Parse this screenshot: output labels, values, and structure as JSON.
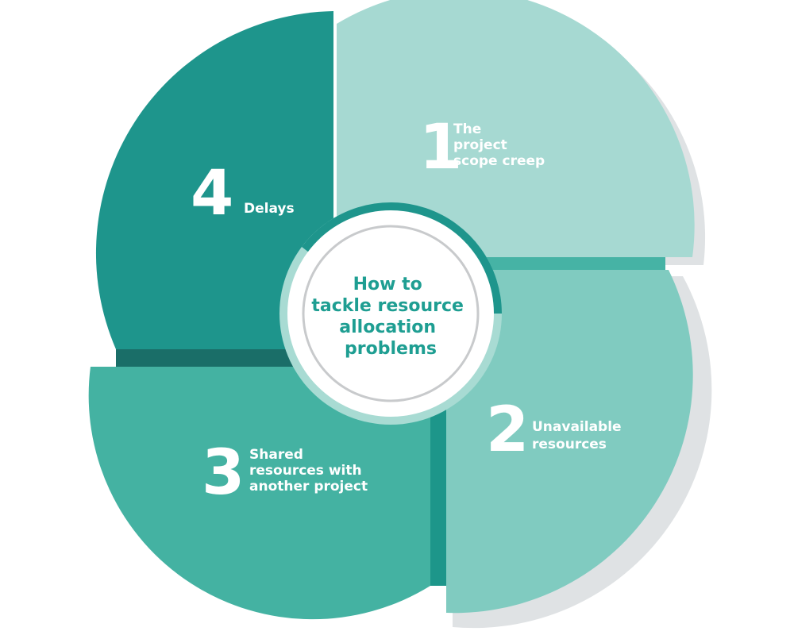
{
  "center": {
    "lines": [
      "How to",
      "tackle resource",
      "allocation",
      "problems"
    ]
  },
  "segments": [
    {
      "number": "1",
      "lines": [
        "The",
        "project",
        "scope creep"
      ]
    },
    {
      "number": "2",
      "lines": [
        "Unavailable",
        "resources"
      ]
    },
    {
      "number": "3",
      "lines": [
        "Shared",
        "resources with",
        "another project"
      ]
    },
    {
      "number": "4",
      "lines": [
        "Delays"
      ]
    }
  ],
  "colors": {
    "segment_1": "#a6d9d2",
    "segment_2": "#80cbc0",
    "segment_3": "#44b2a2",
    "segment_4": "#1e958c",
    "center_text": "#1e9e92",
    "shadow": "#dfe2e4",
    "ring": "#c8cacc"
  }
}
